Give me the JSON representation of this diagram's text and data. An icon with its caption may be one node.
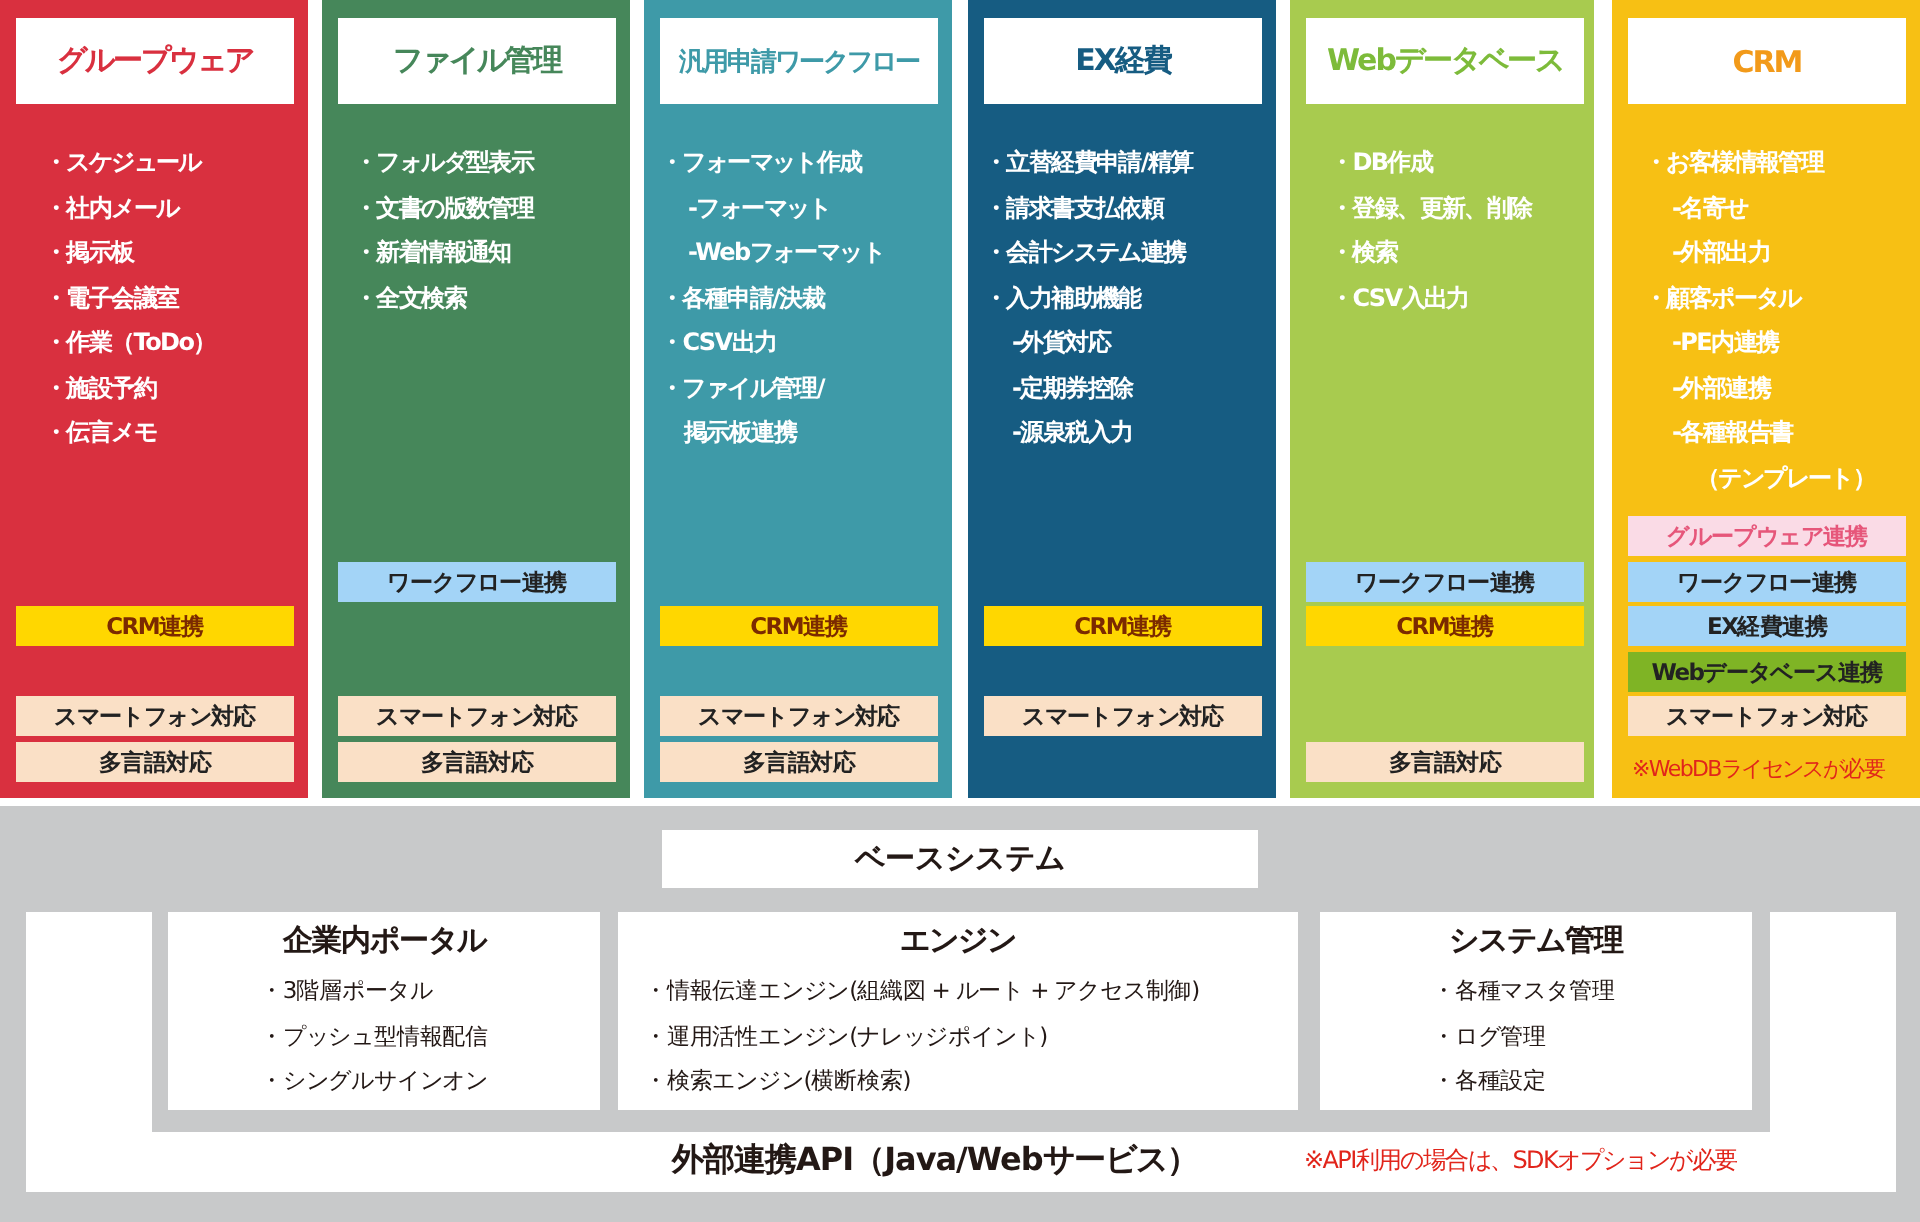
{
  "diagram": {
    "nodes": [
      {
        "text": [
          "グループウェア",
          "・スケジュール",
          "・社内メール",
          "・掲示板",
          "・電子会議室",
          "・作業（ToDo）",
          "・施設予約",
          "・伝言メモ"
        ]
      },
      {
        "text": [
          "CRM連携"
        ],
        "in": 0
      },
      {
        "text": [
          "スマートフォン対応"
        ],
        "in": 0
      },
      {
        "text": [
          "多言語対応"
        ],
        "in": 0
      },
      {
        "text": [
          "ファイル管理",
          "・フォルダ型表示",
          "・文書の版数管理",
          "・新着情報通知",
          "・全文検索"
        ]
      },
      {
        "text": [
          "ワークフロー連携"
        ],
        "in": 4
      },
      {
        "text": [
          "スマートフォン対応"
        ],
        "in": 4
      },
      {
        "text": [
          "多言語対応"
        ],
        "in": 4
      },
      {
        "text": [
          "汎用申請ワークフロー",
          "・フォーマット作成",
          "-フォーマット",
          "-Webフォーマット",
          "・各種申請/決裁",
          "・CSV出力",
          "・ファイル管理/掲示板連携"
        ]
      },
      {
        "text": [
          "CRM連携"
        ],
        "in": 8
      },
      {
        "text": [
          "スマートフォン対応"
        ],
        "in": 8
      },
      {
        "text": [
          "多言語対応"
        ],
        "in": 8
      },
      {
        "text": [
          "EX経費",
          "・立替経費申請/精算",
          "・請求書支払依頼",
          "・会計システム連携",
          "・入力補助機能",
          "-外貨対応",
          "-定期券控除",
          "-源泉税入力"
        ]
      },
      {
        "text": [
          "CRM連携"
        ],
        "in": 12
      },
      {
        "text": [
          "スマートフォン対応"
        ],
        "in": 12
      },
      {
        "text": [
          "Webデータベース",
          "・DB作成",
          "・登録、更新、削除",
          "・検索",
          "・CSV入出力"
        ]
      },
      {
        "text": [
          "ワークフロー連携"
        ],
        "in": 15
      },
      {
        "text": [
          "CRM連携"
        ],
        "in": 15
      },
      {
        "text": [
          "多言語対応"
        ],
        "in": 15
      },
      {
        "text": [
          "CRM",
          "・お客様情報管理",
          "-名寄せ",
          "-外部出力",
          "・顧客ポータル",
          "-PE内連携",
          "-外部連携",
          "-各種報告書（テンプレート）"
        ],
        "beside": [
          "※WebDBライセンスが必要"
        ]
      },
      {
        "text": [
          "グループウェア連携"
        ],
        "in": 19
      },
      {
        "text": [
          "ワークフロー連携"
        ],
        "in": 19
      },
      {
        "text": [
          "EX経費連携"
        ],
        "in": 19
      },
      {
        "text": [
          "Webデータベース連携"
        ],
        "in": 19
      },
      {
        "text": [
          "スマートフォン対応"
        ],
        "in": 19
      },
      {
        "text": [
          "ベースシステム"
        ]
      },
      {
        "text": [
          "企業内ポータル",
          "・3階層ポータル",
          "・プッシュ型情報配信",
          "・シングルサインオン"
        ]
      },
      {
        "text": [
          "エンジン",
          "・情報伝達エンジン(組織図 + ルート + アクセス制御)",
          "・運用活性エンジン(ナレッジポイント)",
          "・検索エンジン(横断検索)"
        ]
      },
      {
        "text": [
          "システム管理",
          "・各種マスタ管理",
          "・ログ管理",
          "・各種設定"
        ]
      },
      {
        "text": [
          "外部連携API（Java/Webサービス）",
          "※API利用の場合は、SDKオプションが必要"
        ]
      }
    ]
  }
}
